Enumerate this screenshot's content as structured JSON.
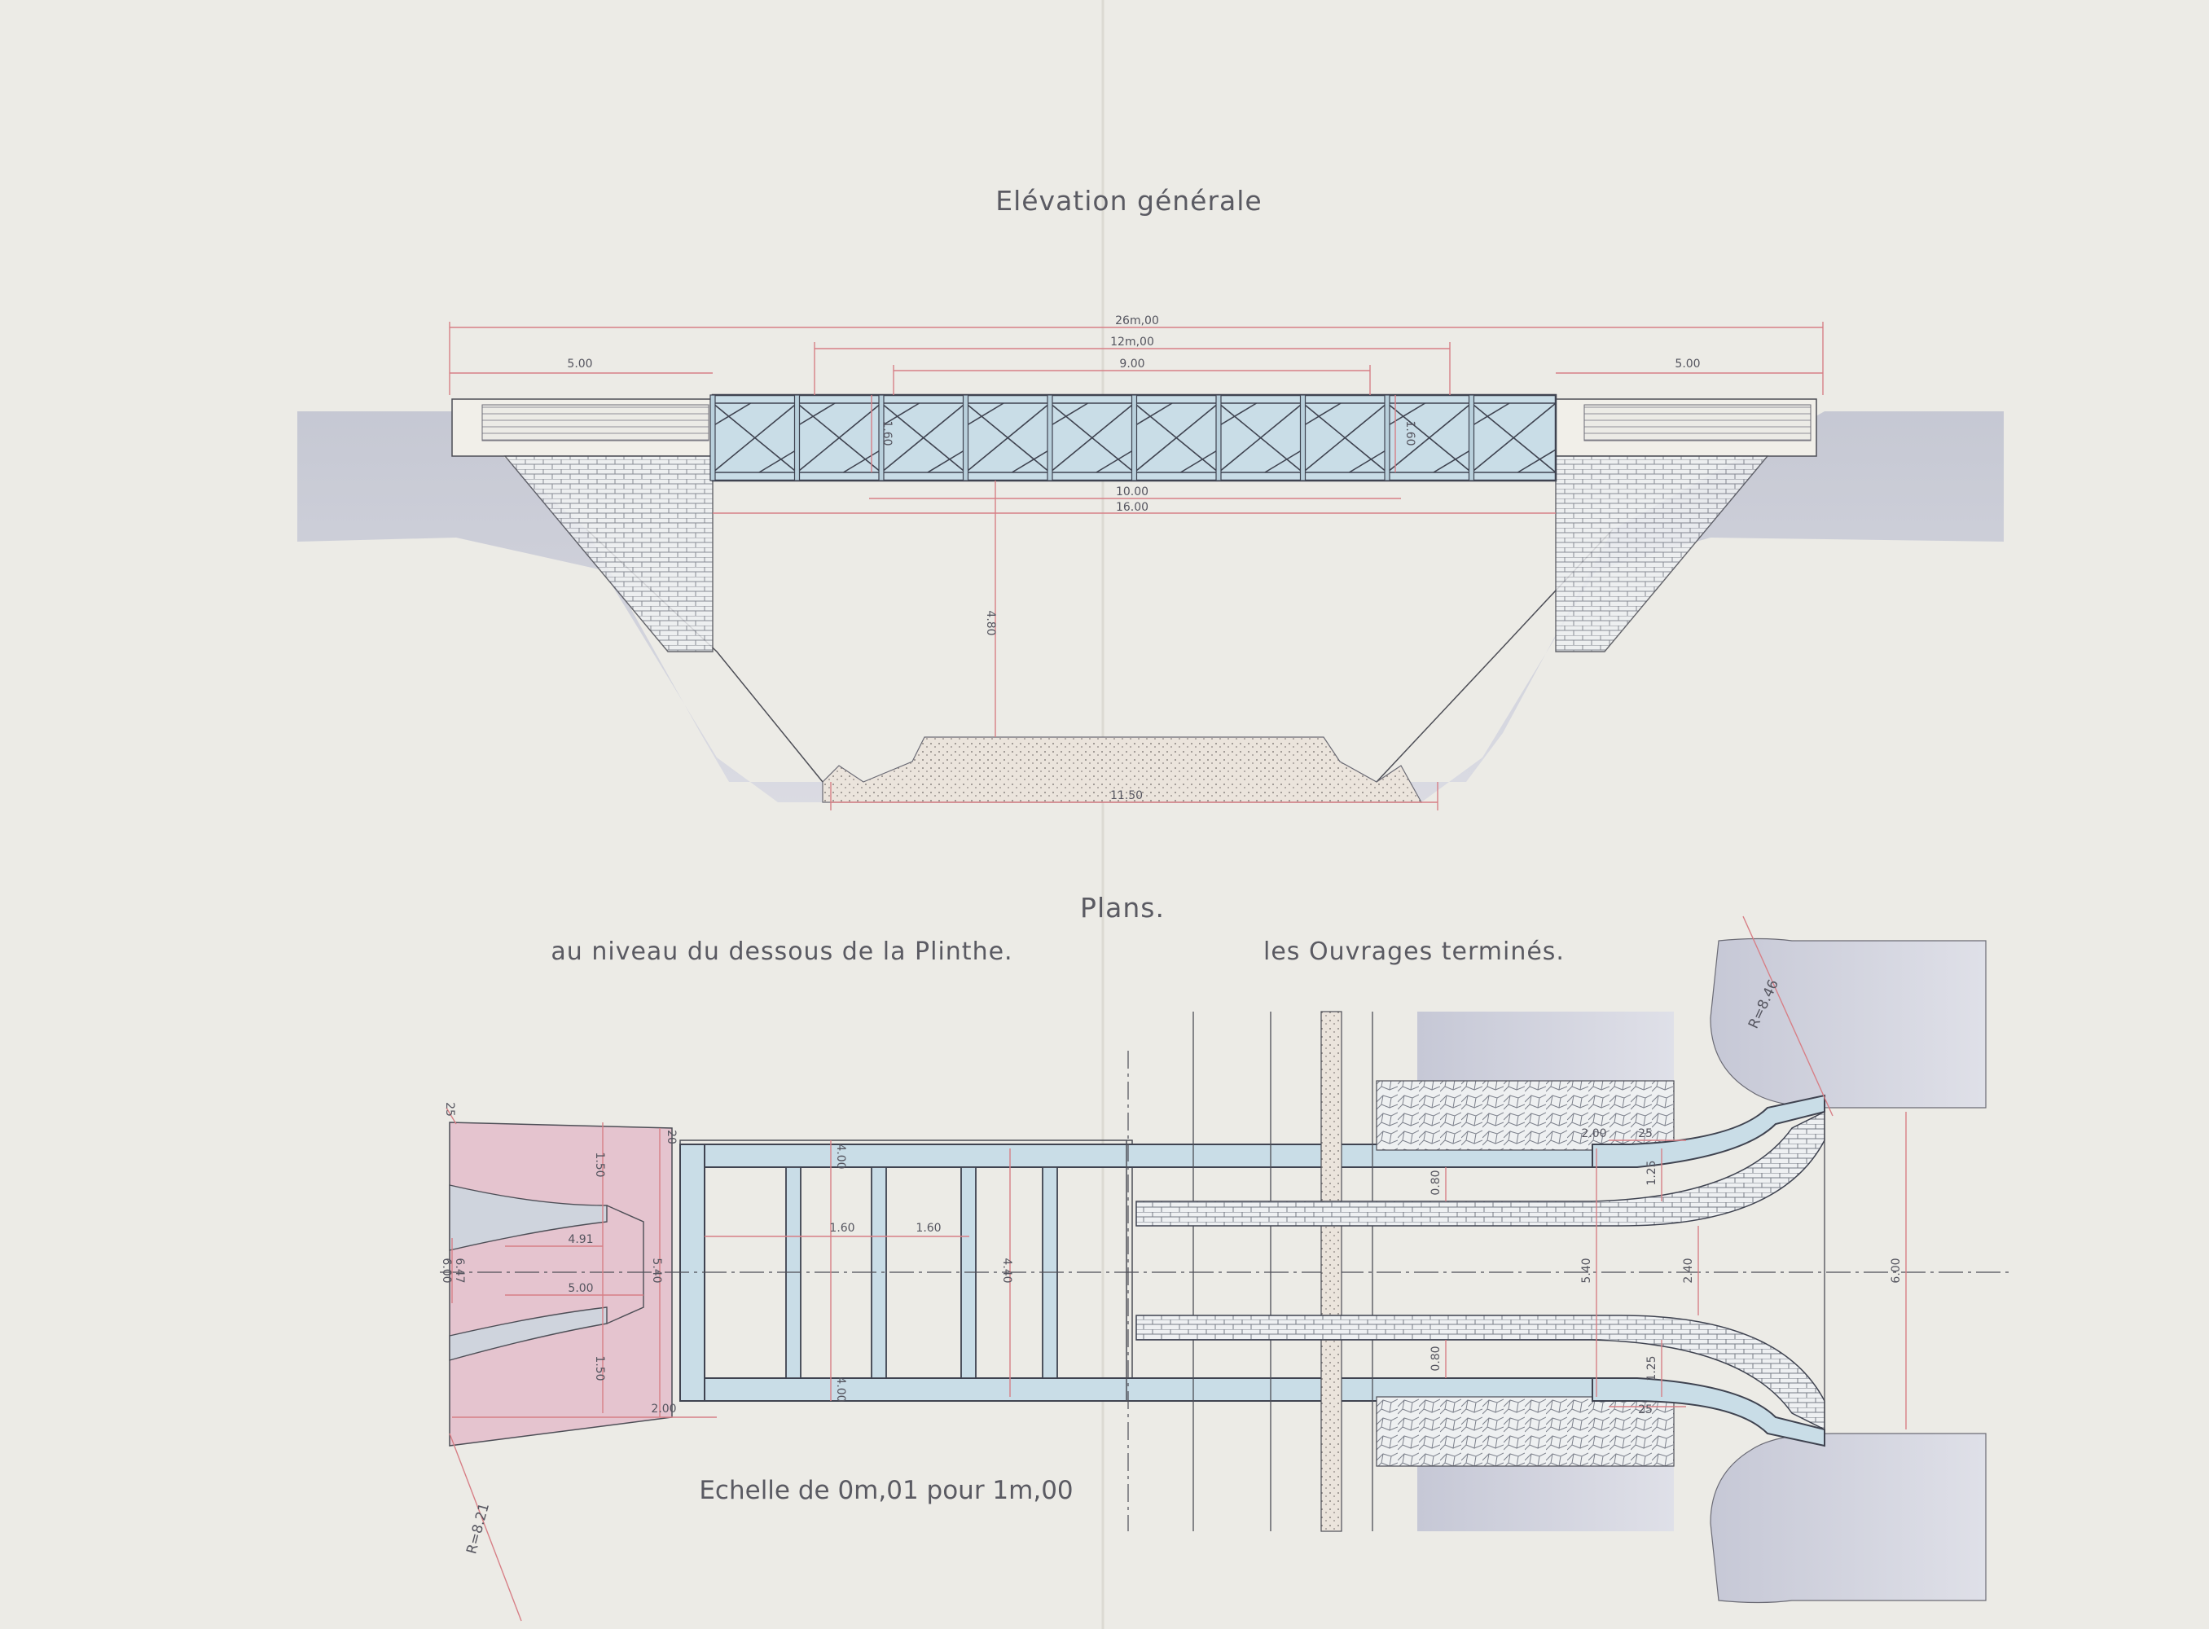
{
  "titles": {
    "elevation": "Elévation générale",
    "plans": "Plans.",
    "plan_left": "au niveau du dessous de la Plinthe.",
    "plan_right": "les Ouvrages terminés."
  },
  "scale": "Echelle de 0m,01 pour 1m,00",
  "elevation_dims": {
    "overall": "26m,00",
    "span": "12m,00",
    "inner": "9.00",
    "abutment_left": "5.00",
    "abutment_right": "5.00",
    "girder_height_left": "1.60",
    "girder_height_right": "1.60",
    "under_span": "10.00",
    "deck_length": "16.00",
    "clearance": "4.80",
    "track_bed": "11.50"
  },
  "plan_left_dims": {
    "top_offset": "25",
    "upper_width": "1.50",
    "lower_width": "1.50",
    "throat": "4.91",
    "outer_width": "6.00",
    "outer_width_2": "6.47",
    "inner_width": "5.00",
    "deck_width": "5.40",
    "small_a": "20",
    "bottom_offset": "2.00",
    "cross_spacing_1": "1.60",
    "cross_spacing_2": "1.60",
    "girder_top": "4.00",
    "girder_bottom": "4.00",
    "girder_span": "4.40",
    "radius": "R=8.21"
  },
  "plan_right_dims": {
    "upper_a": "2.00",
    "upper_b": "25",
    "lower_b": "25",
    "sidewalk_top": "0.80",
    "sidewalk_bottom": "0.80",
    "walk_top": "1.25",
    "walk_bottom": "1.25",
    "deck_width": "5.40",
    "road_width": "2.40",
    "approach_width": "6.00",
    "radius": "R=8.46"
  },
  "colors": {
    "paper": "#ecebe6",
    "steel": "#c9dde7",
    "masonry": "#f1efe9",
    "earth": "#c8cad6",
    "pink": "#e5c4cf",
    "dimension_red": "#d77f86"
  }
}
